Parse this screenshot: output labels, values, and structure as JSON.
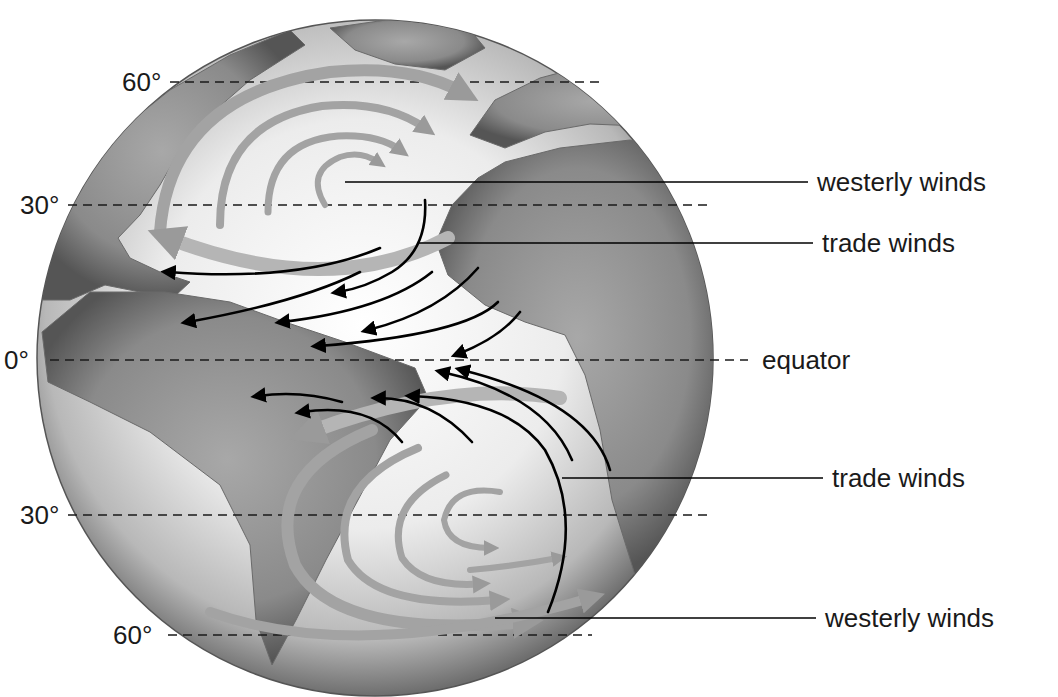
{
  "diagram": {
    "labels": [
      "60°",
      "westerly winds",
      "30°",
      "trade winds",
      "0°",
      "equator",
      "trade winds",
      "30°",
      "westerly winds",
      "60°"
    ]
  }
}
